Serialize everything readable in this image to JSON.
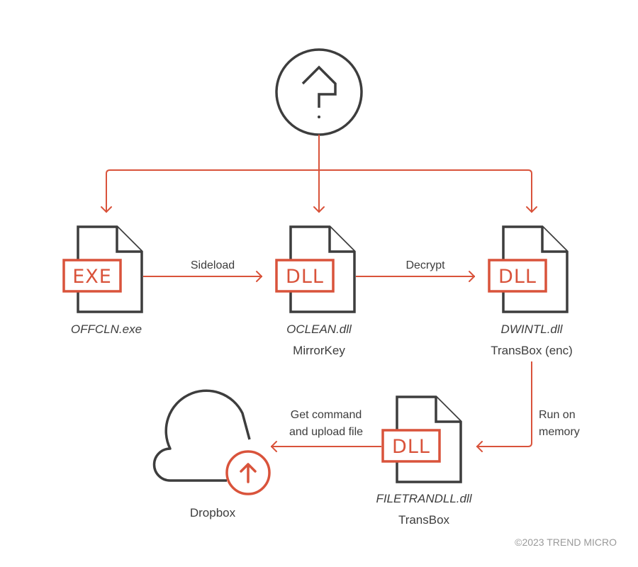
{
  "colors": {
    "accent": "#d9533b",
    "stroke": "#3d3d3d",
    "muted": "#9a9a9a"
  },
  "source": {
    "icon": "unknown-origin-question-icon"
  },
  "nodes": {
    "offcln": {
      "badge": "EXE",
      "filename": "OFFCLN.exe",
      "caption": ""
    },
    "oclean": {
      "badge": "DLL",
      "filename": "OCLEAN.dll",
      "caption": "MirrorKey"
    },
    "dwintl": {
      "badge": "DLL",
      "filename": "DWINTL.dll",
      "caption": "TransBox (enc)"
    },
    "filetran": {
      "badge": "DLL",
      "filename": "FILETRANDLL.dll",
      "caption": "TransBox"
    },
    "dropbox": {
      "icon": "cloud-upload-icon",
      "caption": "Dropbox"
    }
  },
  "edges": {
    "sideload": "Sideload",
    "decrypt": "Decrypt",
    "run_line1": "Run on",
    "run_line2": "memory",
    "get_line1": "Get command",
    "get_line2": "and upload file"
  },
  "footer": "©2023 TREND MICRO"
}
